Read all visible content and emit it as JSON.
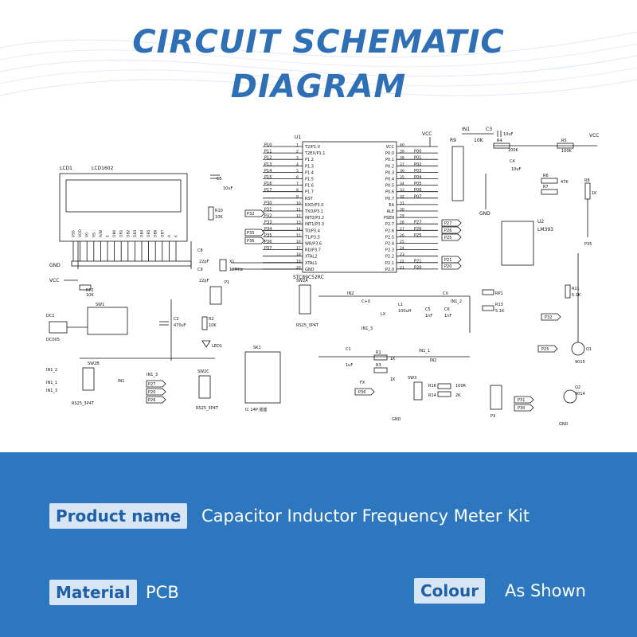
{
  "header": {
    "title_line1": "CIRCUIT SCHEMATIC",
    "title_line2": "DIAGRAM"
  },
  "schematic": {
    "lcd_label": "LCD1",
    "lcd_model": "LCD1602",
    "lcd_pins": [
      "VSS",
      "VDD",
      "V0",
      "RS",
      "R/W",
      "E",
      "DB0",
      "DB1",
      "DB2",
      "DB3",
      "DB4",
      "DB5",
      "DB6",
      "DB7",
      "A",
      "K"
    ],
    "mcu_ref": "U1",
    "mcu_part": "STC89C52RC",
    "mcu_left_pins": [
      "T2/P1.0",
      "T2EX/P1.1",
      "P1.2",
      "P1.3",
      "P1.4",
      "P1.5",
      "P1.6",
      "P1.7",
      "RST",
      "RXD/P3.0",
      "TXD/P3.1",
      "INT0/P3.2",
      "INT1/P3.3",
      "T0/P3.4",
      "T1/P3.5",
      "WR/P3.6",
      "RD/P3.7",
      "XTAL2",
      "XTAL1",
      "GND"
    ],
    "mcu_left_nums": [
      "1",
      "2",
      "3",
      "4",
      "5",
      "6",
      "7",
      "8",
      "9",
      "10",
      "11",
      "12",
      "13",
      "14",
      "15",
      "16",
      "17",
      "18",
      "19",
      "20"
    ],
    "mcu_left_nets": [
      "P10",
      "P11",
      "P12",
      "P13",
      "P14",
      "P15",
      "P16",
      "P17",
      "",
      "P30",
      "P31",
      "P32",
      "P33",
      "P34",
      "P35",
      "P36",
      "P37",
      "",
      "",
      ""
    ],
    "mcu_right_pins": [
      "VCC",
      "P0.0",
      "P0.1",
      "P0.2",
      "P0.3",
      "P0.4",
      "P0.5",
      "P0.6",
      "P0.7",
      "EA",
      "ALE",
      "PSEN",
      "P2.7",
      "P2.6",
      "P2.5",
      "P2.4",
      "P2.3",
      "P2.2",
      "P2.1",
      "P2.0"
    ],
    "mcu_right_nums": [
      "40",
      "39",
      "38",
      "37",
      "36",
      "35",
      "34",
      "33",
      "32",
      "31",
      "30",
      "29",
      "28",
      "27",
      "26",
      "25",
      "24",
      "23",
      "22",
      "21"
    ],
    "mcu_right_nets": [
      "",
      "P00",
      "P01",
      "P02",
      "P03",
      "P04",
      "P05",
      "P06",
      "P07",
      "",
      "",
      "",
      "P27",
      "P26",
      "P25",
      "",
      "",
      "",
      "P21",
      "P20"
    ],
    "labels": {
      "vcc": "VCC",
      "gnd": "GND",
      "r9": "R9",
      "r9_val": "10K",
      "in1": "IN1",
      "c3": "C3",
      "c3_val": "10uF",
      "r4": "R4",
      "r4_val": "100K",
      "r5": "R5",
      "r5_val": "100K",
      "c4": "C4",
      "c4_val": "10uF",
      "r6": "R6",
      "r6_val": "47K",
      "r8": "R8",
      "r8_val": "1K",
      "u2": "U2",
      "u2_part": "LM393",
      "p35": "P35",
      "r7": "R7",
      "c5": "C5",
      "c5_val": "10uF",
      "r10": "R10",
      "r10_val": "10K",
      "p32": "P32",
      "p35b": "P35",
      "p36": "P36",
      "c8": "C8",
      "c9": "C9",
      "c8_val": "22pF",
      "c9_val": "22pF",
      "x1": "X1",
      "x1_val": "12MHz",
      "p1": "P1",
      "rp2": "RP2",
      "rp2_val": "10K",
      "sw1": "SW1",
      "dc1": "DC1",
      "dc005": "DC005",
      "c2": "C2",
      "c2_val": "470uF",
      "r2": "R2",
      "r2_val": "10K",
      "led1": "LED1",
      "sw2b": "SW2B",
      "in12": "IN1_2",
      "in11": "IN1_1",
      "in13": "IN1_3",
      "in1b": "IN1",
      "rs25a": "RS25_3P4T",
      "sw2c": "SW2C",
      "p27": "P27",
      "p20": "P20",
      "p26": "P26",
      "rs25b": "RS25_3P4T",
      "sk1": "SK1",
      "ic14": "IC 14P 插座",
      "sw2a": "SW2A",
      "rs25c": "RS25_3P4T",
      "in2": "IN2",
      "cx_plus": "C+X",
      "lx": "LX",
      "l1": "L1",
      "l1_val": "100uH",
      "c5b": "C5",
      "c6": "C6",
      "c5b_val": "1nF",
      "c6_val": "1nF",
      "in13b": "IN1_3",
      "c1": "C1",
      "c1_val": "1uF",
      "r1": "R1",
      "r1_val": "1K",
      "r3": "R3",
      "r3_val": "1K",
      "sw3": "SW3",
      "in11b": "IN1_1",
      "in2b": "IN2",
      "fx": "FX",
      "p36b": "P36",
      "r16": "R16",
      "r14": "R14",
      "r16_val": "100R",
      "r14_val": "2K",
      "p3": "P3",
      "p31": "P31",
      "p30": "P30",
      "cx": "CX",
      "in12b": "IN1_2",
      "rp1": "RP1",
      "r13": "R13",
      "r13_val": "5.1K",
      "r11": "R11",
      "r11_val": "5.1K",
      "p32b": "P32",
      "p25": "P25",
      "q1": "Q1",
      "q1_part": "9015",
      "q2": "Q2",
      "q2_part": "9014",
      "p27b": "P27",
      "p26b": "P26",
      "p25b": "P25",
      "p21": "P21",
      "p20b": "P20"
    }
  },
  "product": {
    "name_label": "Product name",
    "name_value": "Capacitor Inductor Frequency Meter Kit",
    "material_label": "Material",
    "material_value": "PCB",
    "colour_label": "Colour",
    "colour_value": "As Shown"
  },
  "colors": {
    "title": "#2f6fb6",
    "panel": "#2d77bf",
    "pill_bg": "#d7e5f5",
    "pill_text": "#1f5fa6"
  }
}
